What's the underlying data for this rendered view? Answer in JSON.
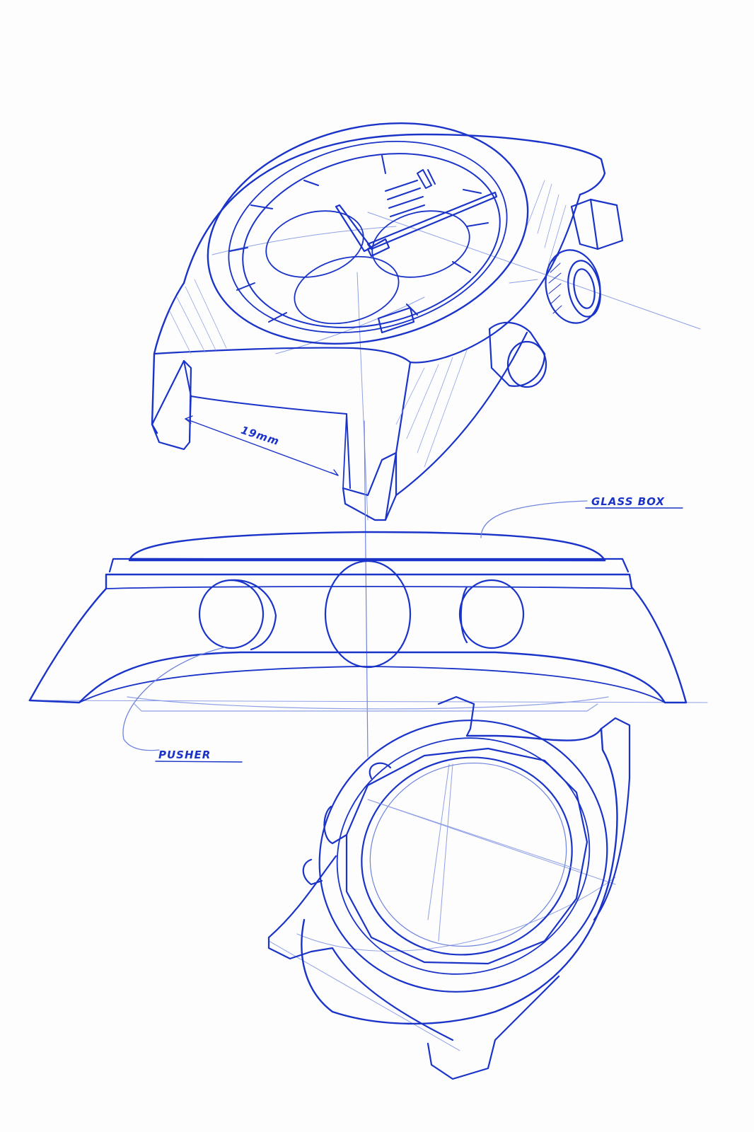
{
  "labels": {
    "dimension": "19mm",
    "glass_box": "GLASS BOX",
    "pusher": "PUSHER"
  },
  "colors": {
    "ink_dark": "#1a33c8",
    "ink_light": "#7f92e0",
    "paper": "#fdfdfd"
  }
}
